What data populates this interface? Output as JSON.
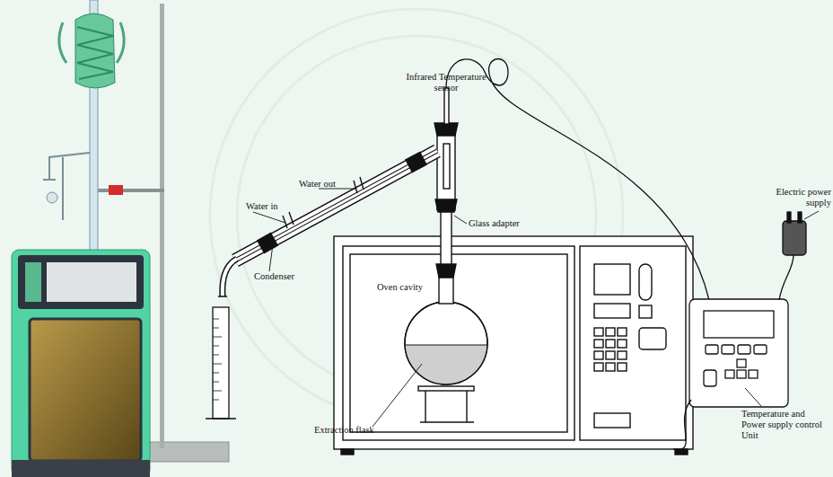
{
  "diagram": {
    "labels": [
      "Infrared Temperature sensor",
      "Water out",
      "Water in",
      "Glass adapter",
      "Condenser",
      "Oven cavity",
      "Extraction flask",
      "Electric power supply",
      "Temperature and Power supply control Unit"
    ]
  }
}
